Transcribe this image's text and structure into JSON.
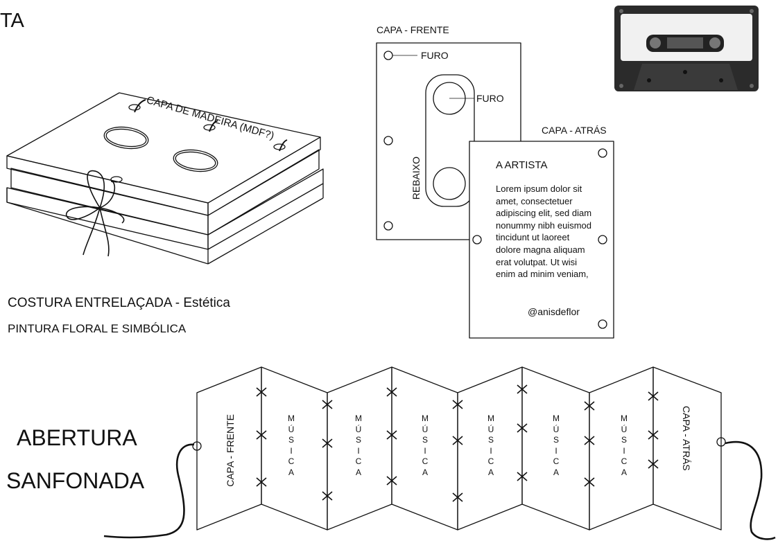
{
  "title_fragment": "TA",
  "box": {
    "label": "CAPA DE MADEIRA (MDF?)"
  },
  "notes": {
    "line1": "COSTURA ENTRELAÇADA - Estética",
    "line2": "PINTURA FLORAL E SIMBÓLICA"
  },
  "front_cover": {
    "title": "CAPA - FRENTE",
    "furo_1": "FURO",
    "furo_2": "FURO",
    "rebaixo": "REBAIXO"
  },
  "back_cover": {
    "title": "CAPA - ATRÁS",
    "heading": "A ARTISTA",
    "body": "Lorem ipsum dolor sit amet, consectetuer adipiscing elit, sed diam nonummy nibh euismod tincidunt ut laoreet dolore magna aliquam erat volutpat. Ut wisi enim ad minim veniam,",
    "handle": "@anisdeflor"
  },
  "accordion": {
    "label_line1": "ABERTURA",
    "label_line2": "SANFONADA",
    "first_panel": "CAPA - FRENTE",
    "last_panel": "CAPA - ATRÁS",
    "music_panel": "MÚSICA",
    "music_letters": [
      "M",
      "Ú",
      "S",
      "I",
      "C",
      "A"
    ]
  },
  "colors": {
    "ink": "#111111",
    "cassette_shell": "#2b2b2b",
    "cassette_label": "#f1f1f1"
  }
}
